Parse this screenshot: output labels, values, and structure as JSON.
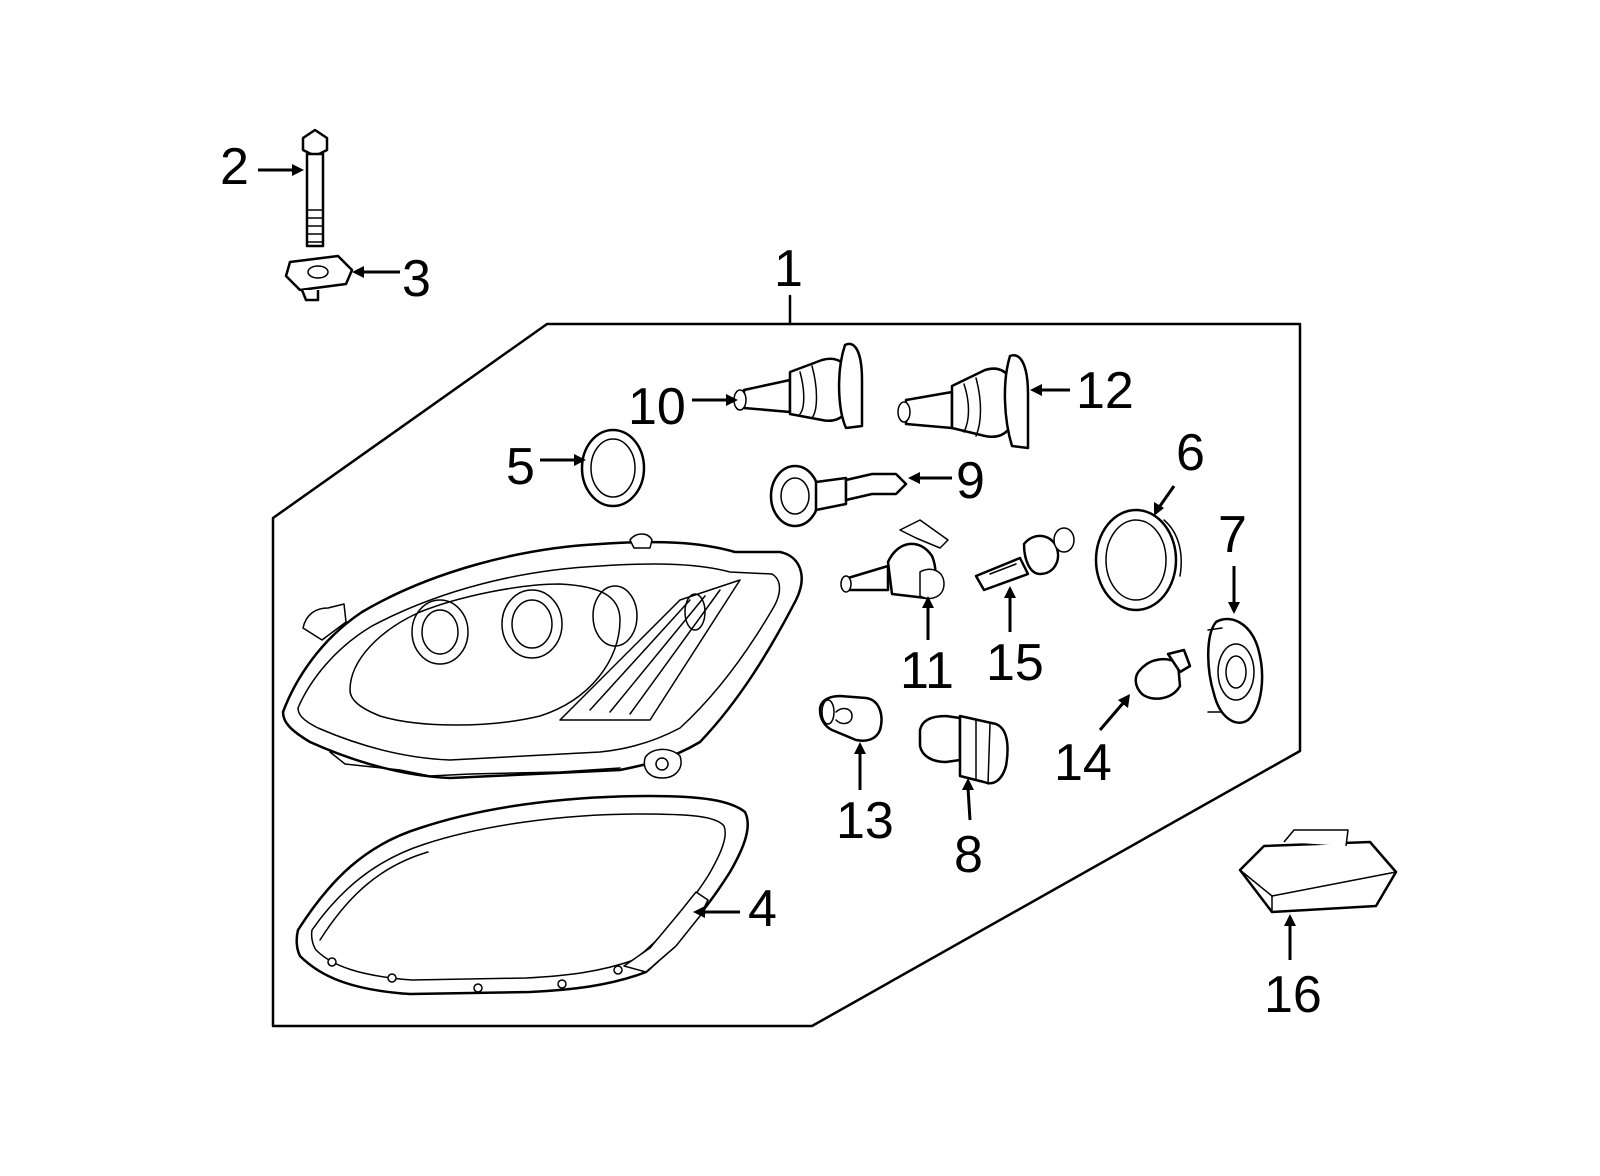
{
  "diagram": {
    "callouts": [
      {
        "id": "c1",
        "number": "1"
      },
      {
        "id": "c2",
        "number": "2"
      },
      {
        "id": "c3",
        "number": "3"
      },
      {
        "id": "c4",
        "number": "4"
      },
      {
        "id": "c5",
        "number": "5"
      },
      {
        "id": "c6",
        "number": "6"
      },
      {
        "id": "c7",
        "number": "7"
      },
      {
        "id": "c8",
        "number": "8"
      },
      {
        "id": "c9",
        "number": "9"
      },
      {
        "id": "c10",
        "number": "10"
      },
      {
        "id": "c11",
        "number": "11"
      },
      {
        "id": "c12",
        "number": "12"
      },
      {
        "id": "c13",
        "number": "13"
      },
      {
        "id": "c14",
        "number": "14"
      },
      {
        "id": "c15",
        "number": "15"
      },
      {
        "id": "c16",
        "number": "16"
      }
    ]
  }
}
